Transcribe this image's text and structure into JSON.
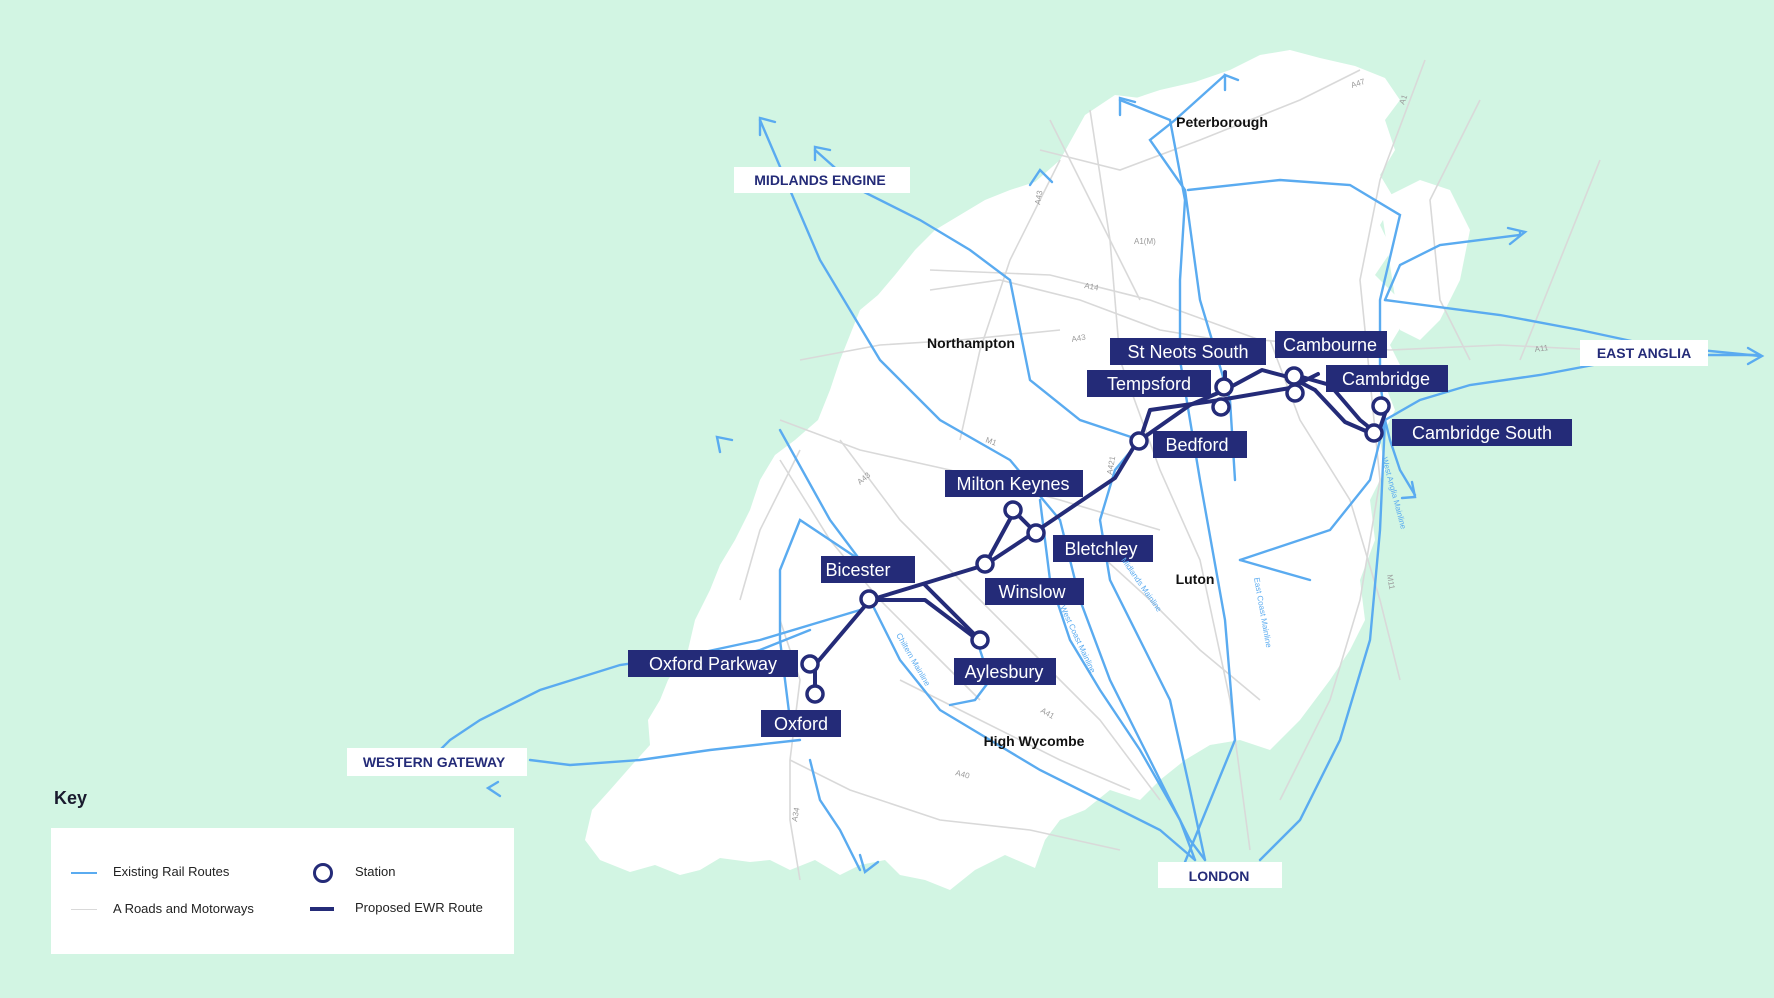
{
  "colors": {
    "background": "#d2f5e3",
    "land": "#ffffff",
    "existing_rail": "#5aabf0",
    "roads": "#d2d2d2",
    "ewr_route": "#242b78",
    "label_bg": "#242b78",
    "label_text": "#ffffff",
    "region_text": "#242b78"
  },
  "stations": [
    {
      "id": "oxford",
      "name": "Oxford"
    },
    {
      "id": "oxford-parkway",
      "name": "Oxford Parkway"
    },
    {
      "id": "bicester",
      "name": "Bicester"
    },
    {
      "id": "aylesbury",
      "name": "Aylesbury"
    },
    {
      "id": "winslow",
      "name": "Winslow"
    },
    {
      "id": "bletchley",
      "name": "Bletchley"
    },
    {
      "id": "milton-keynes",
      "name": "Milton Keynes"
    },
    {
      "id": "bedford",
      "name": "Bedford"
    },
    {
      "id": "tempsford",
      "name": "Tempsford"
    },
    {
      "id": "st-neots-south",
      "name": "St Neots South"
    },
    {
      "id": "cambourne",
      "name": "Cambourne"
    },
    {
      "id": "cambridge",
      "name": "Cambridge"
    },
    {
      "id": "cambridge-south",
      "name": "Cambridge South"
    }
  ],
  "regions": {
    "midlands_engine": "MIDLANDS ENGINE",
    "east_anglia": "EAST ANGLIA",
    "western_gateway": "WESTERN GATEWAY",
    "london": "LONDON"
  },
  "towns": {
    "peterborough": "Peterborough",
    "northampton": "Northampton",
    "luton": "Luton",
    "high_wycombe": "High Wycombe"
  },
  "roads": [
    "A47",
    "A1",
    "A43",
    "A1(M)",
    "A14",
    "A43",
    "M1",
    "A421",
    "A43",
    "A41",
    "A40",
    "A34",
    "A11",
    "M11"
  ],
  "rail_lines": [
    "Chiltern Mainline",
    "West Coast Mainline",
    "Midlands Mainline",
    "East Coast Mainline",
    "West Anglia Mainline"
  ],
  "key": {
    "title": "Key",
    "existing_rail": "Existing Rail Routes",
    "roads": "A Roads and Motorways",
    "station": "Station",
    "proposed_ewr": "Proposed EWR Route"
  }
}
